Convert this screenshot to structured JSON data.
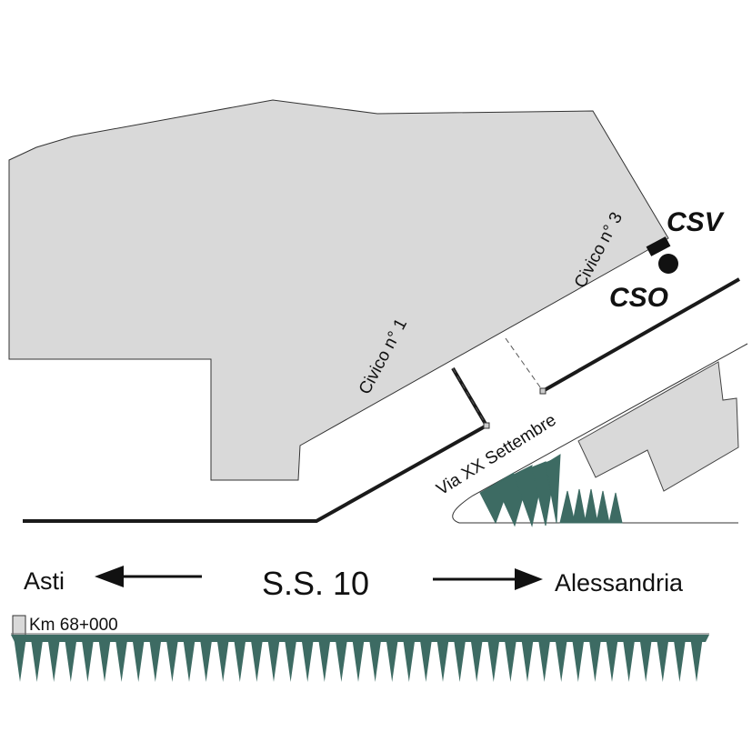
{
  "map": {
    "labels": {
      "csv": "CSV",
      "cso": "CSO",
      "civico_3": "Civico n° 3",
      "civico_1": "Civico n° 1",
      "street": "Via XX Settembre",
      "road": "S.S. 10",
      "west_destination": "Asti",
      "east_destination": "Alessandria",
      "km_marker": "Km 68+000"
    },
    "colors": {
      "building_fill": "#d9d9d9",
      "tree_fill": "#3d6b63",
      "line": "#1a1a1a"
    }
  }
}
